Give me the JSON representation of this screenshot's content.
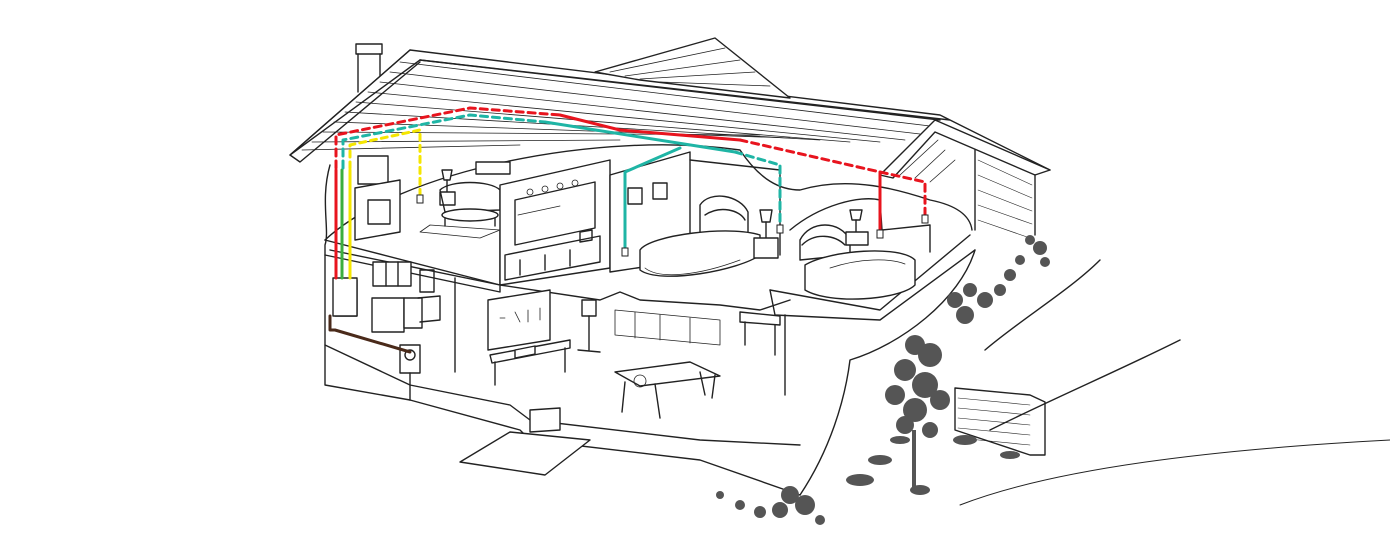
{
  "diagram": {
    "subject": "house-cutaway-electrical-wiring",
    "colors": {
      "outline": "#222222",
      "wire_red": "#e8141e",
      "wire_teal": "#1fb5a5",
      "wire_yellow": "#f5e600",
      "wire_green": "#3cae3f",
      "service_cable": "#4a2a1a",
      "foliage": "#555555"
    },
    "wires": [
      {
        "color": "wire_red",
        "style": "dashed"
      },
      {
        "color": "wire_teal",
        "style": "dashed"
      },
      {
        "color": "wire_yellow",
        "style": "dashed"
      },
      {
        "color": "wire_red",
        "style": "solid"
      },
      {
        "color": "wire_teal",
        "style": "solid"
      },
      {
        "color": "wire_green",
        "style": "solid"
      },
      {
        "color": "service_cable",
        "style": "solid"
      }
    ]
  }
}
